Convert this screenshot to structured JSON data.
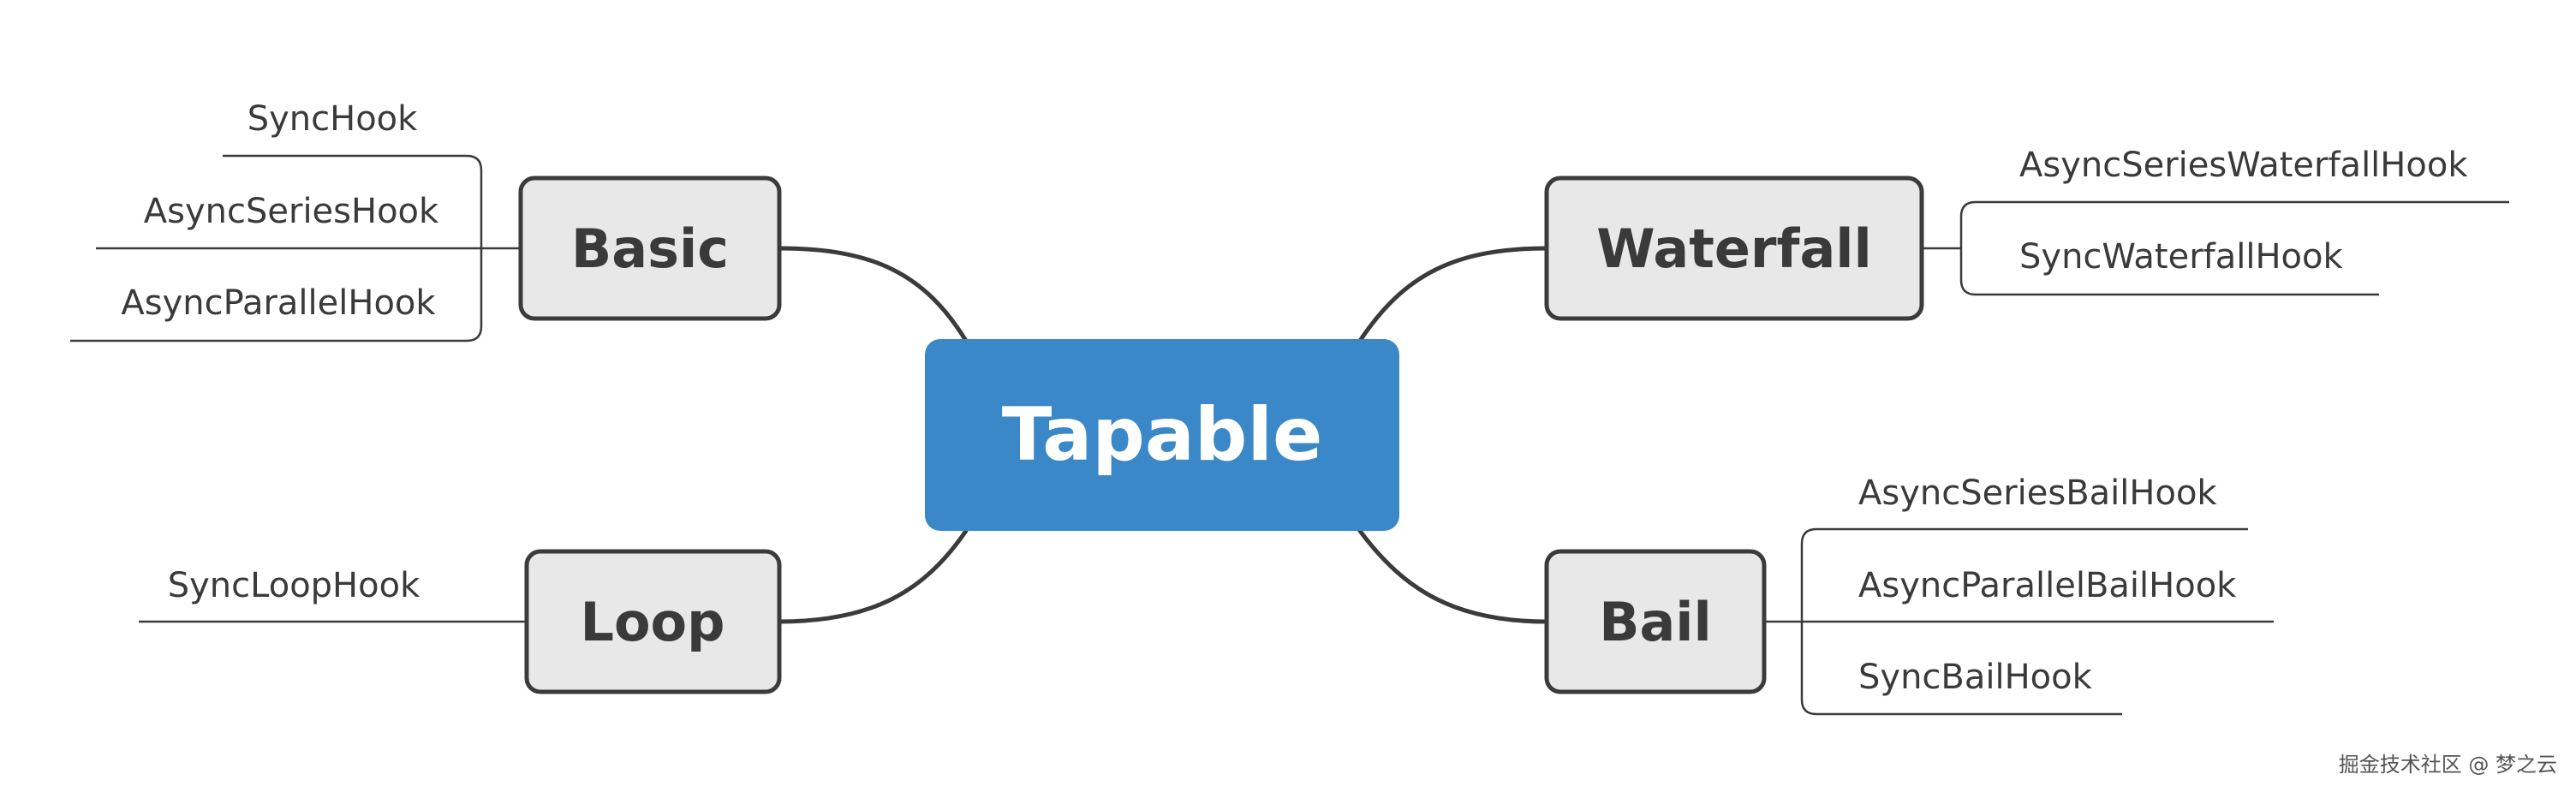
{
  "diagram": {
    "center": {
      "label": "Tapable",
      "fill": "#3a88c8"
    },
    "branches": {
      "basic": {
        "label": "Basic",
        "leaves": [
          "SyncHook",
          "AsyncSeriesHook",
          "AsyncParallelHook"
        ]
      },
      "loop": {
        "label": "Loop",
        "leaves": [
          "SyncLoopHook"
        ]
      },
      "waterfall": {
        "label": "Waterfall",
        "leaves": [
          "AsyncSeriesWaterfallHook",
          "SyncWaterfallHook"
        ]
      },
      "bail": {
        "label": "Bail",
        "leaves": [
          "AsyncSeriesBailHook",
          "AsyncParallelBailHook",
          "SyncBailHook"
        ]
      }
    },
    "colors": {
      "line": "#3b3b3b",
      "branch_fill": "#e8e8e8",
      "text": "#3a3a3a"
    }
  },
  "watermark": "掘金技术社区 @ 梦之云"
}
